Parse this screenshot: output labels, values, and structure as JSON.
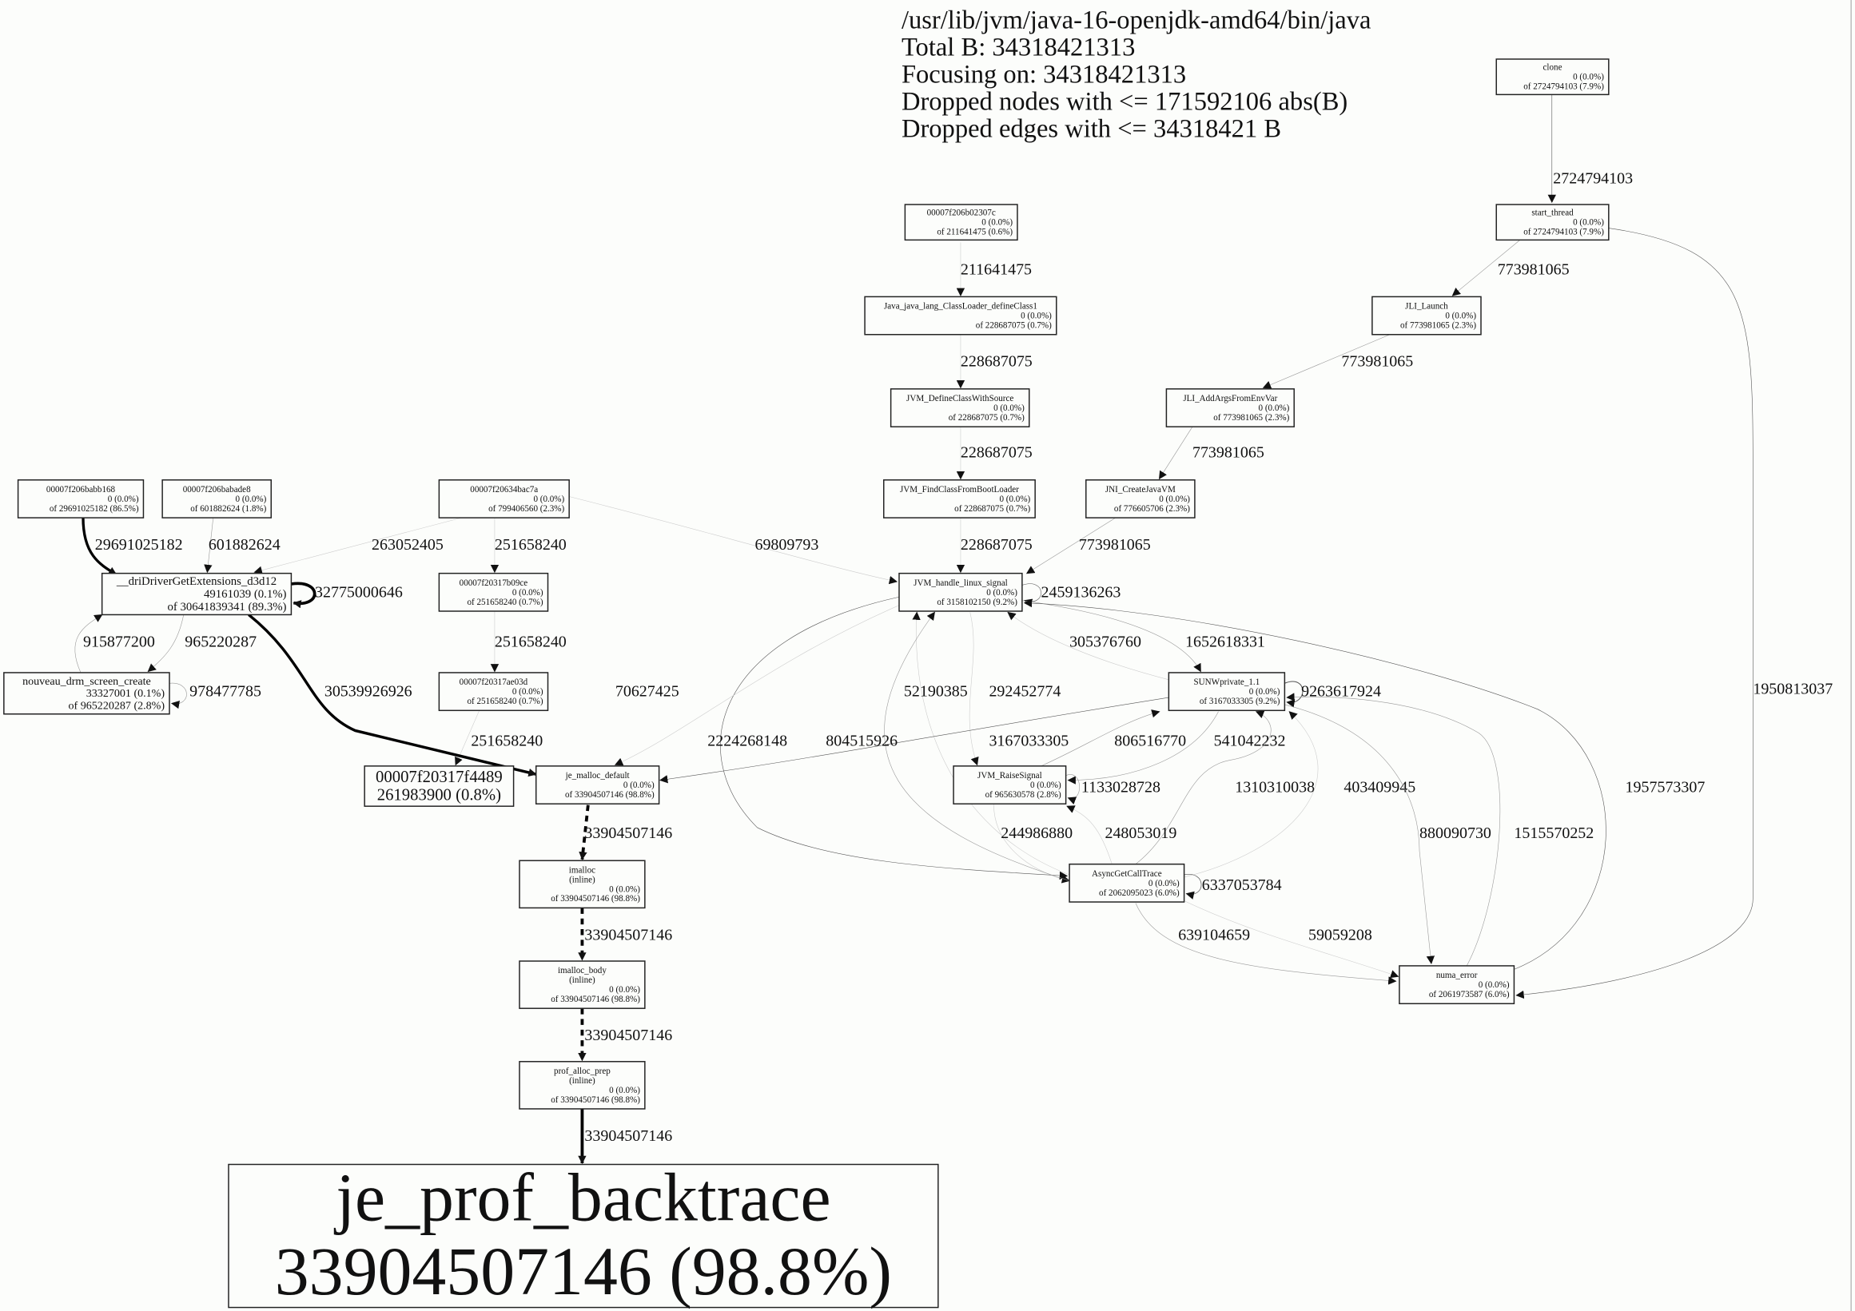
{
  "header": {
    "lines": [
      "/usr/lib/jvm/java-16-openjdk-amd64/bin/java",
      "Total B: 34318421313",
      "Focusing on: 34318421313",
      "Dropped nodes with <= 171592106 abs(B)",
      "Dropped edges with <= 34318421 B"
    ]
  },
  "total": 34318421313,
  "nodes": [
    {
      "id": "clone",
      "lines": [
        "clone",
        "0 (0.0%)",
        "of 2724794103 (7.9%)"
      ]
    },
    {
      "id": "start_thread",
      "lines": [
        "start_thread",
        "0 (0.0%)",
        "of 2724794103 (7.9%)"
      ]
    },
    {
      "id": "jli_launch",
      "lines": [
        "JLI_Launch",
        "0 (0.0%)",
        "of 773981065 (2.3%)"
      ]
    },
    {
      "id": "jli_addargs",
      "lines": [
        "JLI_AddArgsFromEnvVar",
        "0 (0.0%)",
        "of 773981065 (2.3%)"
      ]
    },
    {
      "id": "jni_create",
      "lines": [
        "JNI_CreateJavaVM",
        "0 (0.0%)",
        "of 776605706 (2.3%)"
      ]
    },
    {
      "id": "n_b02307c",
      "lines": [
        "00007f206b02307c",
        "0 (0.0%)",
        "of 211641475 (0.6%)"
      ]
    },
    {
      "id": "define_class1",
      "lines": [
        "Java_java_lang_ClassLoader_defineClass1",
        "0 (0.0%)",
        "of 228687075 (0.7%)"
      ]
    },
    {
      "id": "define_with_source",
      "lines": [
        "JVM_DefineClassWithSource",
        "0 (0.0%)",
        "of 228687075 (0.7%)"
      ]
    },
    {
      "id": "find_class_boot",
      "lines": [
        "JVM_FindClassFromBootLoader",
        "0 (0.0%)",
        "of 228687075 (0.7%)"
      ]
    },
    {
      "id": "jvm_handle",
      "lines": [
        "JVM_handle_linux_signal",
        "0 (0.0%)",
        "of 3158102150 (9.2%)"
      ]
    },
    {
      "id": "sunw",
      "lines": [
        "SUNWprivate_1.1",
        "0 (0.0%)",
        "of 3167033305 (9.2%)"
      ]
    },
    {
      "id": "raise_signal",
      "lines": [
        "JVM_RaiseSignal",
        "0 (0.0%)",
        "of 965630578 (2.8%)"
      ]
    },
    {
      "id": "async_get",
      "lines": [
        "AsyncGetCallTrace",
        "0 (0.0%)",
        "of 2062095023 (6.0%)"
      ]
    },
    {
      "id": "numa_error",
      "lines": [
        "numa_error",
        "0 (0.0%)",
        "of 2061973587 (6.0%)"
      ]
    },
    {
      "id": "n_babb168",
      "lines": [
        "00007f206babb168",
        "0 (0.0%)",
        "of 29691025182 (86.5%)"
      ]
    },
    {
      "id": "n_babade8",
      "lines": [
        "00007f206babade8",
        "0 (0.0%)",
        "of 601882624 (1.8%)"
      ]
    },
    {
      "id": "n_bac7a",
      "lines": [
        "00007f20634bac7a",
        "0 (0.0%)",
        "of 799406560 (2.3%)"
      ]
    },
    {
      "id": "dri",
      "lines": [
        "__driDriverGetExtensions_d3d12",
        "49161039 (0.1%)",
        "of 30641839341 (89.3%)"
      ]
    },
    {
      "id": "nouveau",
      "lines": [
        "nouveau_drm_screen_create",
        "33327001 (0.1%)",
        "of 965220287 (2.8%)"
      ]
    },
    {
      "id": "n_b09ce",
      "lines": [
        "00007f20317b09ce",
        "0 (0.0%)",
        "of 251658240 (0.7%)"
      ]
    },
    {
      "id": "n_ae03d",
      "lines": [
        "00007f20317ae03d",
        "0 (0.0%)",
        "of 251658240 (0.7%)"
      ]
    },
    {
      "id": "n_f4489",
      "lines": [
        "00007f20317f4489",
        "261983900 (0.8%)"
      ]
    },
    {
      "id": "je_malloc",
      "lines": [
        "je_malloc_default",
        "0 (0.0%)",
        "of 33904507146 (98.8%)"
      ]
    },
    {
      "id": "imalloc",
      "lines": [
        "imalloc",
        "(inline)",
        "0 (0.0%)",
        "of 33904507146 (98.8%)"
      ]
    },
    {
      "id": "imalloc_body",
      "lines": [
        "imalloc_body",
        "(inline)",
        "0 (0.0%)",
        "of 33904507146 (98.8%)"
      ]
    },
    {
      "id": "prof_alloc_prep",
      "lines": [
        "prof_alloc_prep",
        "(inline)",
        "0 (0.0%)",
        "of 33904507146 (98.8%)"
      ]
    },
    {
      "id": "je_prof_backtrace",
      "lines": [
        "je_prof_backtrace",
        "33904507146 (98.8%)"
      ]
    }
  ],
  "edges": [
    {
      "from": "clone",
      "to": "start_thread",
      "label": "2724794103"
    },
    {
      "from": "start_thread",
      "to": "jli_launch",
      "label": "773981065"
    },
    {
      "from": "jli_launch",
      "to": "jli_addargs",
      "label": "773981065"
    },
    {
      "from": "jli_addargs",
      "to": "jni_create",
      "label": "773981065"
    },
    {
      "from": "jni_create",
      "to": "jvm_handle",
      "label": "773981065"
    },
    {
      "from": "n_b02307c",
      "to": "define_class1",
      "label": "211641475"
    },
    {
      "from": "define_class1",
      "to": "define_with_source",
      "label": "228687075"
    },
    {
      "from": "define_with_source",
      "to": "find_class_boot",
      "label": "228687075"
    },
    {
      "from": "find_class_boot",
      "to": "jvm_handle",
      "label": "228687075"
    },
    {
      "from": "start_thread",
      "to": "numa_error",
      "label": "1950813037"
    },
    {
      "from": "jvm_handle",
      "to": "jvm_handle",
      "label": "2459136263"
    },
    {
      "from": "jvm_handle",
      "to": "sunw",
      "label": "1652618331"
    },
    {
      "from": "sunw",
      "to": "jvm_handle",
      "label": "305376760"
    },
    {
      "from": "sunw",
      "to": "sunw",
      "label": "9263617924"
    },
    {
      "from": "jvm_handle",
      "to": "raise_signal",
      "label": "292452774"
    },
    {
      "from": "async_get",
      "to": "jvm_handle",
      "label": "52190385"
    },
    {
      "from": "sunw",
      "to": "je_malloc",
      "label": "3167033305"
    },
    {
      "from": "raise_signal",
      "to": "sunw",
      "label": "806516770"
    },
    {
      "from": "sunw",
      "to": "raise_signal",
      "label": "541042232"
    },
    {
      "from": "raise_signal",
      "to": "raise_signal",
      "label": "1133028728"
    },
    {
      "from": "async_get",
      "to": "sunw",
      "label": "1310310038"
    },
    {
      "from": "async_get",
      "to": "sunw",
      "label": "403409945"
    },
    {
      "from": "sunw",
      "to": "numa_error",
      "label": "880090730"
    },
    {
      "from": "numa_error",
      "to": "sunw",
      "label": "1515570252"
    },
    {
      "from": "numa_error",
      "to": "jvm_handle",
      "label": "1957573307"
    },
    {
      "from": "raise_signal",
      "to": "async_get",
      "label": "244986880"
    },
    {
      "from": "async_get",
      "to": "raise_signal",
      "label": "248053019"
    },
    {
      "from": "async_get",
      "to": "async_get",
      "label": "6337053784"
    },
    {
      "from": "async_get",
      "to": "numa_error",
      "label": "639104659"
    },
    {
      "from": "async_get",
      "to": "numa_error",
      "label": "59059208"
    },
    {
      "from": "jvm_handle",
      "to": "async_get",
      "label": "2224268148"
    },
    {
      "from": "async_get",
      "to": "jvm_handle",
      "label": "804515926"
    },
    {
      "from": "n_bac7a",
      "to": "jvm_handle",
      "label": "69809793"
    },
    {
      "from": "jvm_handle",
      "to": "je_malloc",
      "label": "70627425"
    },
    {
      "from": "n_babb168",
      "to": "dri",
      "label": "29691025182"
    },
    {
      "from": "n_babade8",
      "to": "dri",
      "label": "601882624"
    },
    {
      "from": "n_bac7a",
      "to": "dri",
      "label": "263052405"
    },
    {
      "from": "n_bac7a",
      "to": "n_b09ce",
      "label": "251658240"
    },
    {
      "from": "n_b09ce",
      "to": "n_ae03d",
      "label": "251658240"
    },
    {
      "from": "n_ae03d",
      "to": "n_f4489",
      "label": "251658240"
    },
    {
      "from": "dri",
      "to": "dri",
      "label": "32775000646"
    },
    {
      "from": "nouveau",
      "to": "dri",
      "label": "915877200"
    },
    {
      "from": "dri",
      "to": "nouveau",
      "label": "965220287"
    },
    {
      "from": "nouveau",
      "to": "nouveau",
      "label": "978477785"
    },
    {
      "from": "dri",
      "to": "je_malloc",
      "label": "30539926926"
    },
    {
      "from": "je_malloc",
      "to": "imalloc",
      "label": "33904507146",
      "dashed": true
    },
    {
      "from": "imalloc",
      "to": "imalloc_body",
      "label": "33904507146",
      "dashed": true
    },
    {
      "from": "imalloc_body",
      "to": "prof_alloc_prep",
      "label": "33904507146",
      "dashed": true
    },
    {
      "from": "prof_alloc_prep",
      "to": "je_prof_backtrace",
      "label": "33904507146"
    }
  ]
}
